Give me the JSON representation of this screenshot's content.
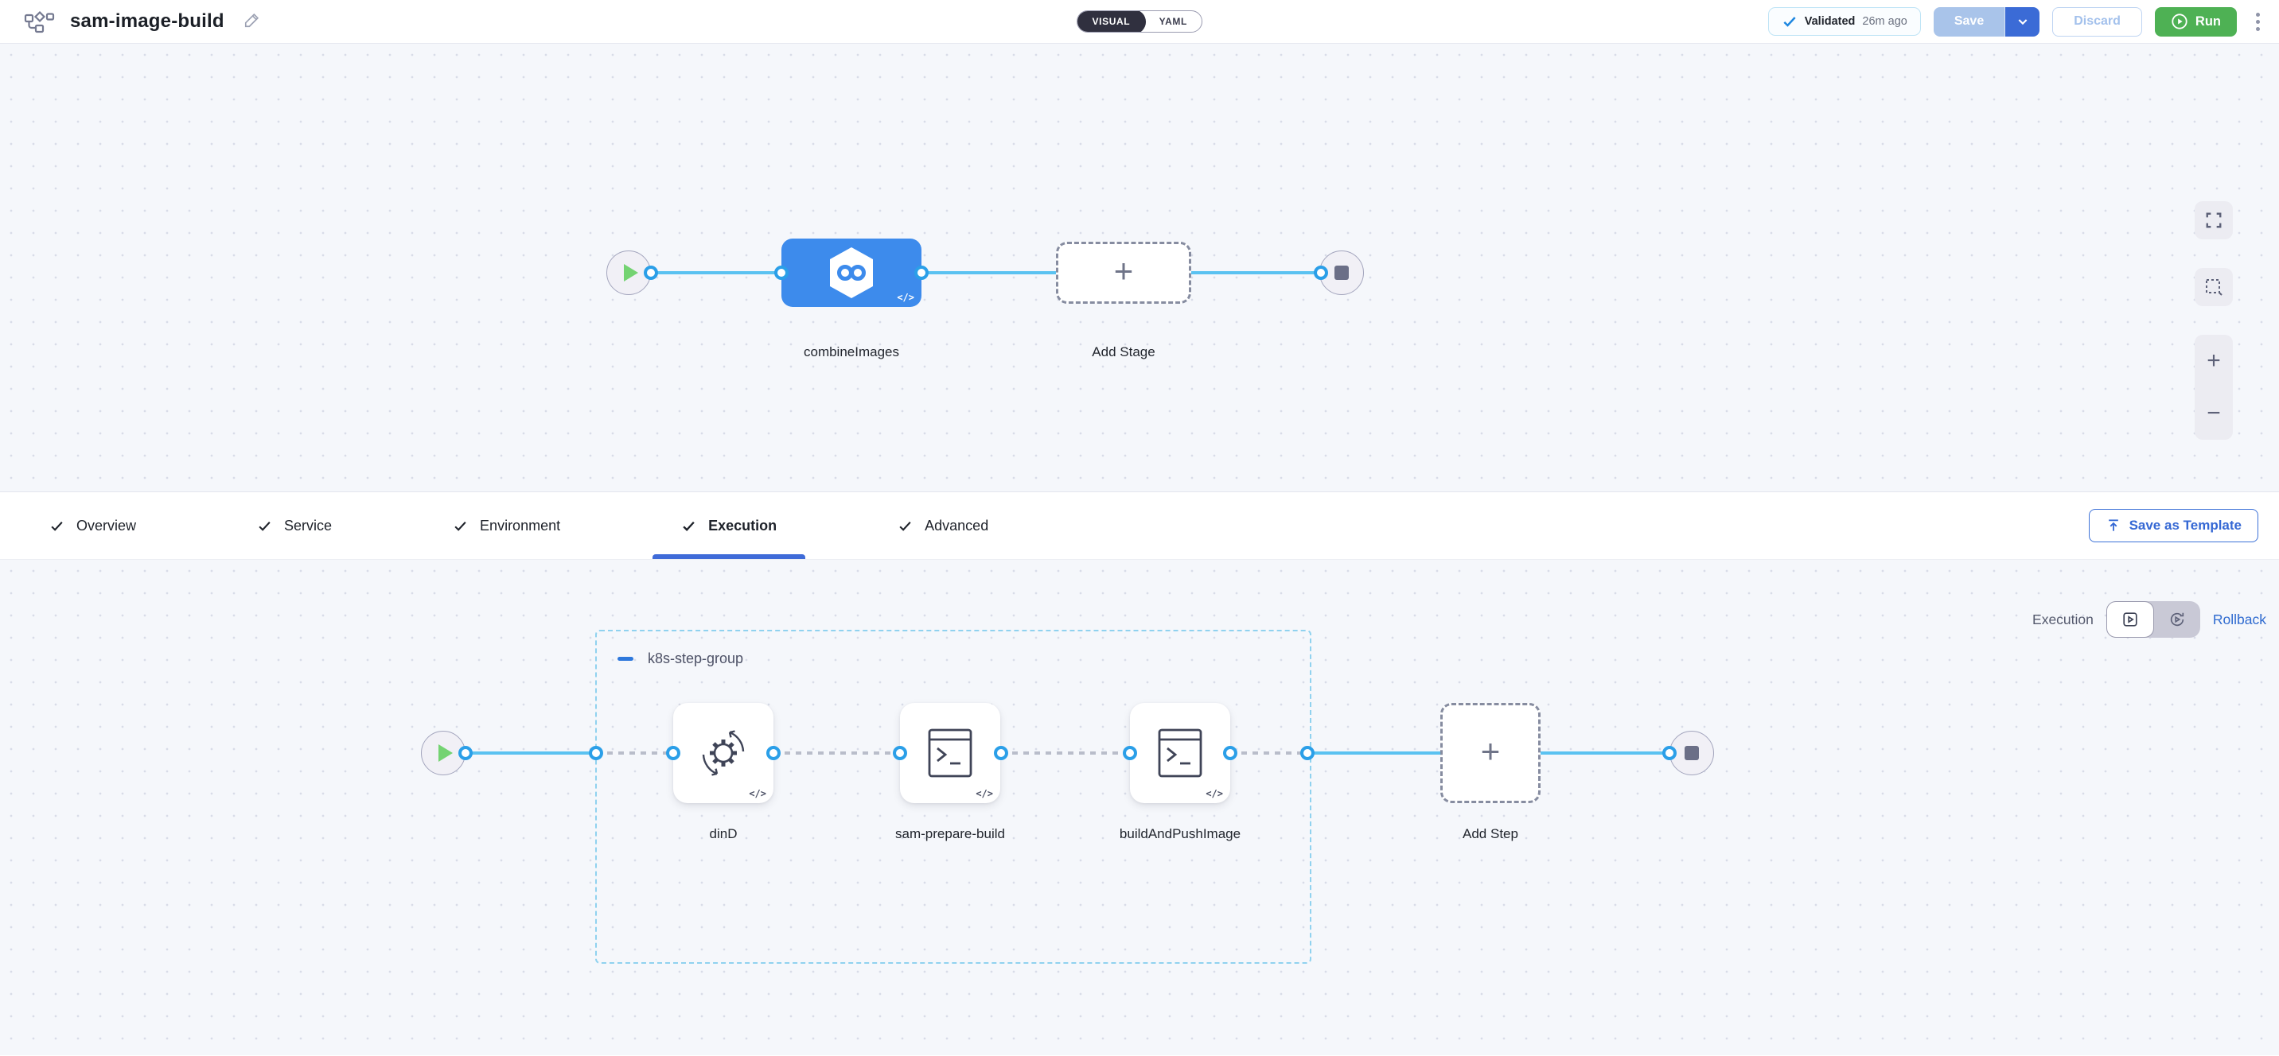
{
  "header": {
    "title": "sam-image-build",
    "mode_toggle": {
      "visual_label": "VISUAL",
      "yaml_label": "YAML"
    },
    "validation_badge": {
      "label": "Validated",
      "time": "26m ago"
    },
    "save_label": "Save",
    "discard_label": "Discard",
    "run_label": "Run"
  },
  "stage_canvas": {
    "stage_label": "combineImages",
    "add_stage_label": "Add Stage"
  },
  "tabs": {
    "items": [
      {
        "label": "Overview"
      },
      {
        "label": "Service"
      },
      {
        "label": "Environment"
      },
      {
        "label": "Execution"
      },
      {
        "label": "Advanced"
      }
    ],
    "active_label": "Execution",
    "save_as_template_label": "Save as Template"
  },
  "execution_canvas": {
    "mode_label": "Execution",
    "rollback_label": "Rollback",
    "group_label": "k8s-step-group",
    "steps": [
      {
        "label": "dinD"
      },
      {
        "label": "sam-prepare-build"
      },
      {
        "label": "buildAndPushImage"
      }
    ],
    "add_step_label": "Add Step"
  },
  "colors": {
    "accent_blue": "#3f6bd8",
    "stage_blue": "#3d8bec",
    "connector_blue": "#5ac2f1",
    "port_blue": "#2b9fe8",
    "run_green": "#4eb154",
    "validated_check_blue": "#1e87e0",
    "group_border_blue": "#90d2ef"
  }
}
